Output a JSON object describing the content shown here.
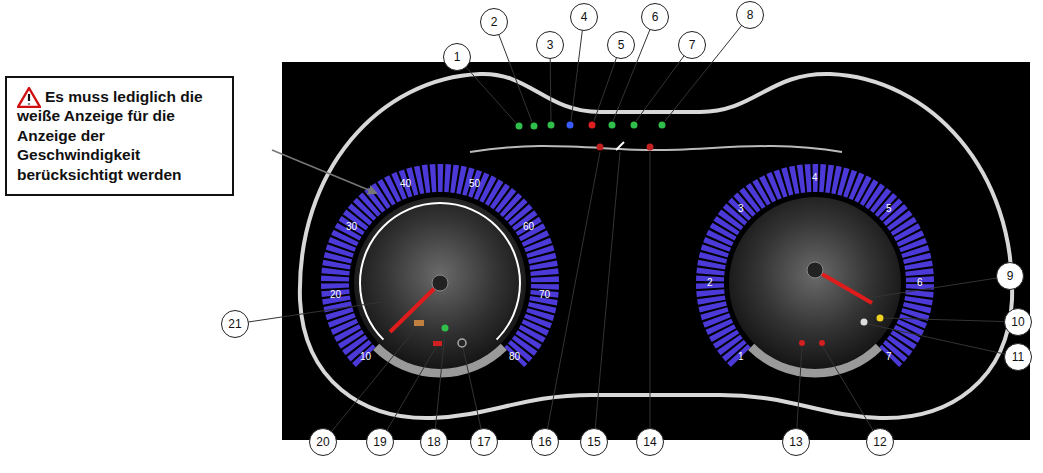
{
  "diagram": {
    "nodes": [
      {
        "text": [
          "Es muss lediglich die weiße Anzeige für die Anzeige der Geschwindigkeit berücksichtigt werden"
        ]
      },
      {
        "text": [
          "1"
        ]
      },
      {
        "text": [
          "2"
        ]
      },
      {
        "text": [
          "3"
        ]
      },
      {
        "text": [
          "4"
        ]
      },
      {
        "text": [
          "5"
        ]
      },
      {
        "text": [
          "6"
        ]
      },
      {
        "text": [
          "7"
        ]
      },
      {
        "text": [
          "8"
        ]
      },
      {
        "text": [
          "9"
        ]
      },
      {
        "text": [
          "10"
        ]
      },
      {
        "text": [
          "11"
        ]
      },
      {
        "text": [
          "12"
        ]
      },
      {
        "text": [
          "13"
        ]
      },
      {
        "text": [
          "14"
        ]
      },
      {
        "text": [
          "15"
        ]
      },
      {
        "text": [
          "16"
        ]
      },
      {
        "text": [
          "17"
        ]
      },
      {
        "text": [
          "18"
        ]
      },
      {
        "text": [
          "19"
        ]
      },
      {
        "text": [
          "20"
        ]
      },
      {
        "text": [
          "21"
        ]
      }
    ],
    "labels": [
      "10",
      "20",
      "30",
      "40",
      "50",
      "60",
      "70",
      "80",
      "1",
      "2",
      "3",
      "4",
      "5",
      "6",
      "7"
    ]
  }
}
